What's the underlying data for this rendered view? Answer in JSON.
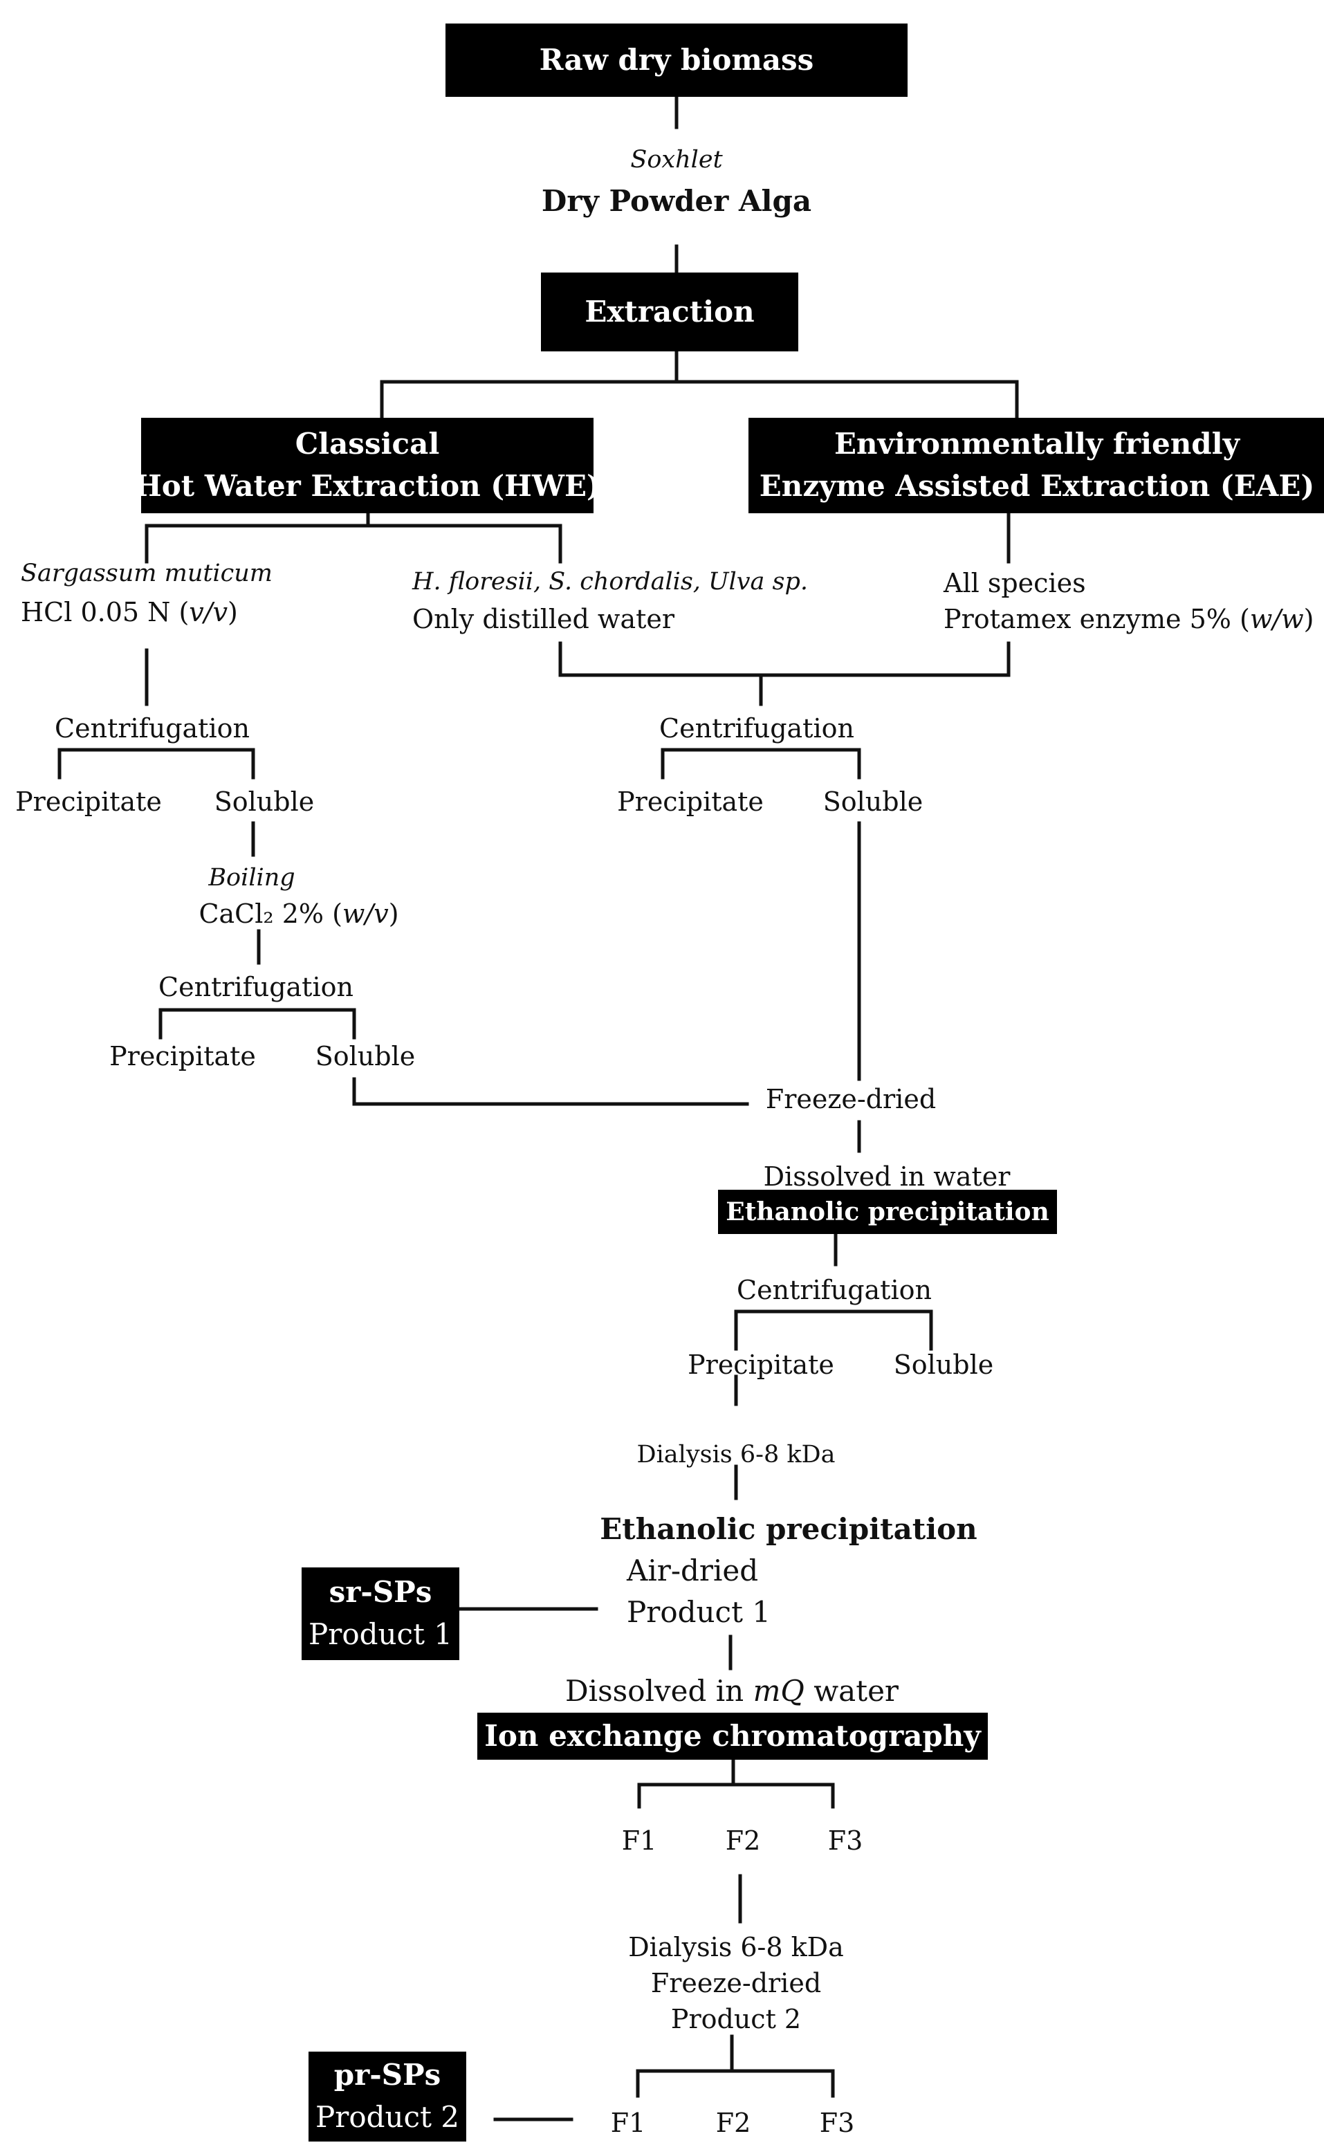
{
  "boxes": {
    "raw": "Raw dry biomass",
    "extraction": "Extraction",
    "hwe_line1": "Classical",
    "hwe_line2": "Hot Water Extraction (HWE)",
    "eae_line1": "Environmentally friendly",
    "eae_line2": "Enzyme Assisted Extraction (EAE)",
    "ethanolic_1": "Ethanolic precipitation",
    "ion_exchange": "Ion exchange chromatography",
    "sr_line1": "sr-SPs",
    "sr_line2": "Product 1",
    "pr_line1": "pr-SPs",
    "pr_line2": "Product 2"
  },
  "labels": {
    "soxhlet": "Soxhlet",
    "dry_powder": "Dry Powder Alga",
    "sargassum": "Sargassum muticum",
    "hcl_main": "HCl 0.05 N (",
    "hcl_unit": "v/v",
    "hcl_end": ")",
    "species_mid": "H. floresii, S. chordalis, Ulva sp.",
    "distilled": "Only distilled water",
    "all_species": "All species",
    "protamex_main": "Protamex enzyme 5% (",
    "protamex_unit": "w/w",
    "protamex_end": ")",
    "centrifugation": "Centrifugation",
    "precipitate": "Precipitate",
    "soluble": "Soluble",
    "boiling": "Boiling",
    "cacl_main": "CaCl₂ 2% (",
    "cacl_unit": "w/v",
    "cacl_end": ")",
    "freeze_dried": "Freeze-dried",
    "dissolved_water": "Dissolved in water",
    "dialysis": "Dialysis 6-8 kDa",
    "ethanolic_2": "Ethanolic precipitation",
    "air_dried": "Air-dried",
    "product1": "Product 1",
    "dissolved_mq_a": "Dissolved in ",
    "dissolved_mq_b": "mQ",
    "dissolved_mq_c": " water",
    "f1": "F1",
    "f2": "F2",
    "f3": "F3",
    "freeze_dried_2": "Freeze-dried",
    "product2": "Product 2"
  }
}
